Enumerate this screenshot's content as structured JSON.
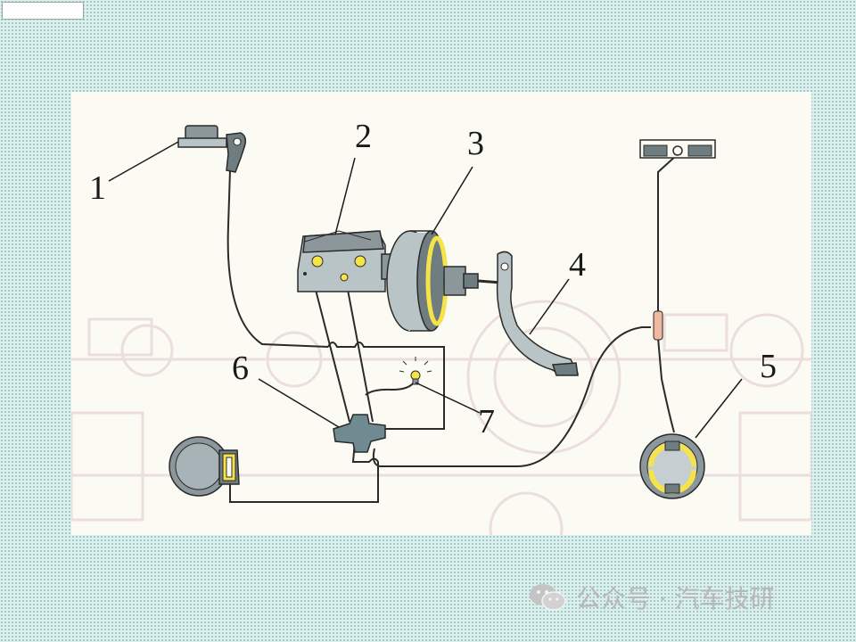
{
  "labels": {
    "l1": "1",
    "l2": "2",
    "l3": "3",
    "l4": "4",
    "l5": "5",
    "l6": "6",
    "l7": "7"
  },
  "watermark": {
    "text": "公众号 · 汽车技研"
  },
  "colors": {
    "background": "#dcefec",
    "panel": "#fbfbf3",
    "metal_dark": "#6f7c80",
    "metal_light": "#b8c4c6",
    "yellow": "#f5e34a",
    "line": "#2a2a2a",
    "hose_connector": "#f0b8a0"
  }
}
